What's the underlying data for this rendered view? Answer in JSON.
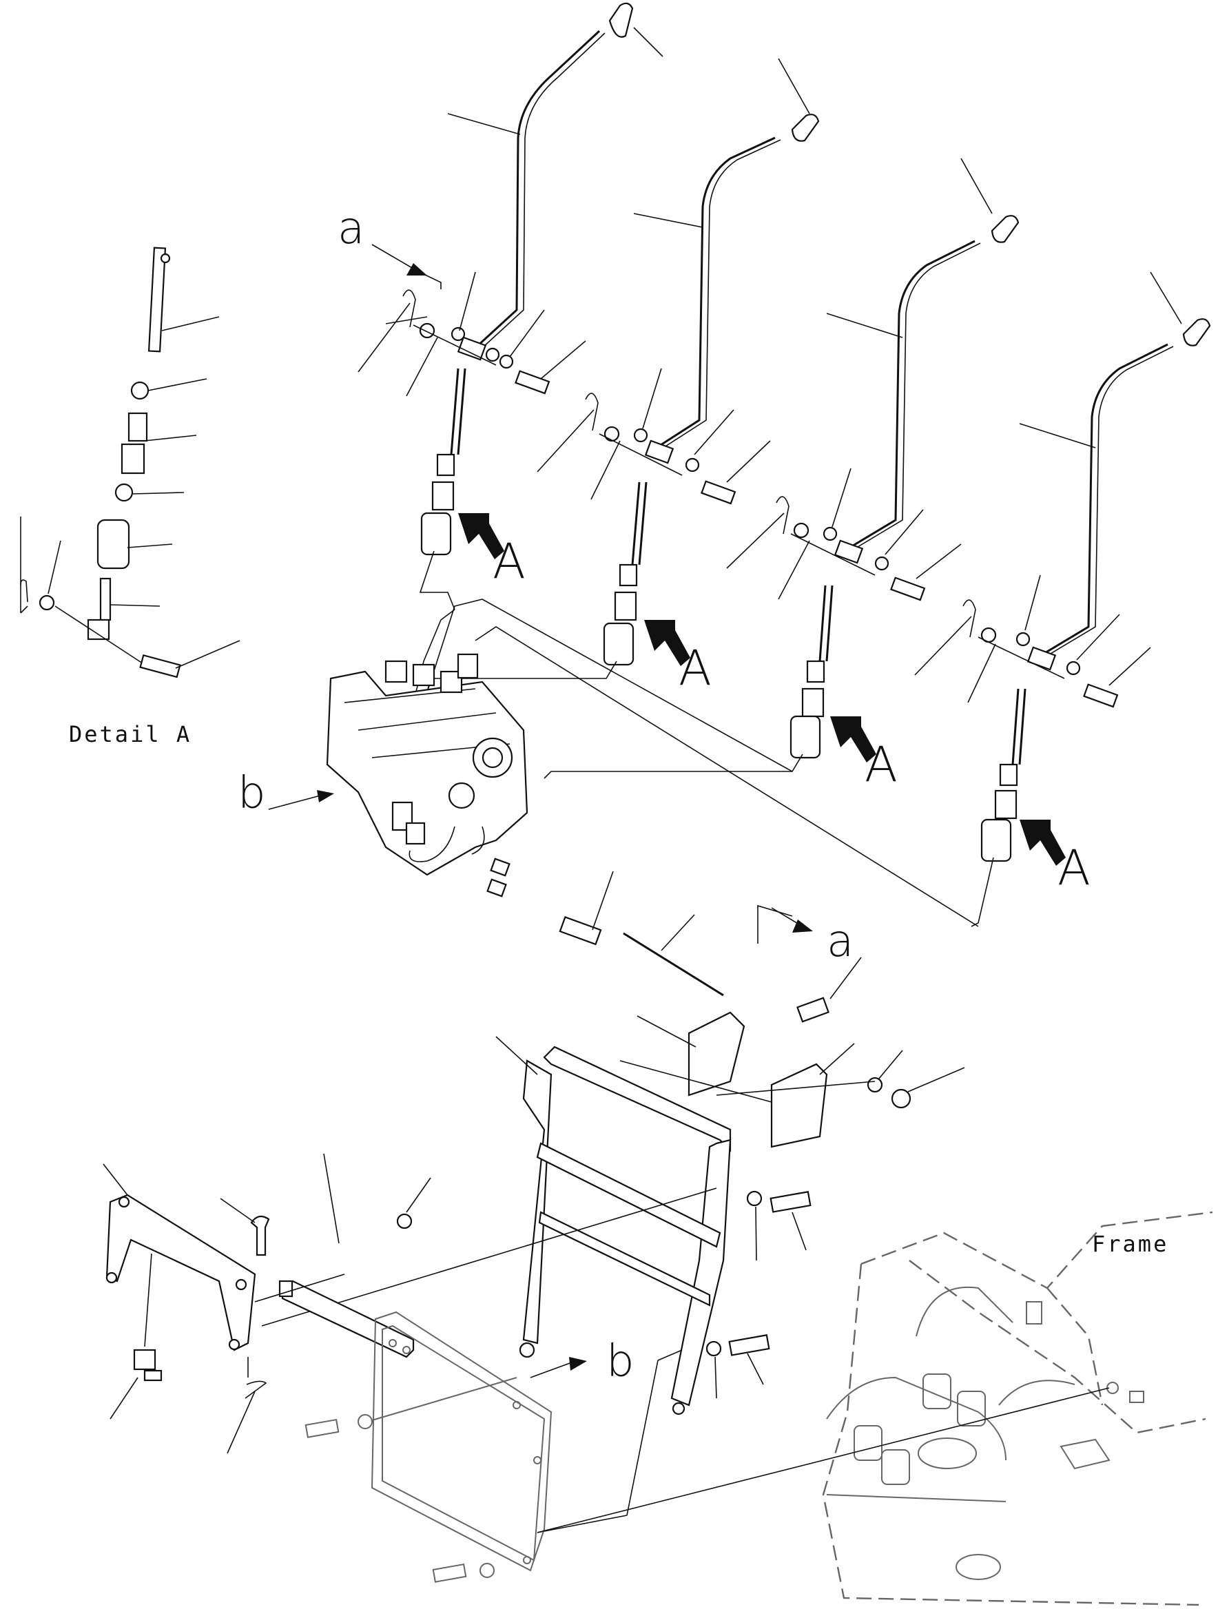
{
  "labels": {
    "detail": "Detail A",
    "view_A": "A",
    "ref_a": "a",
    "ref_b": "b",
    "frame": "Frame"
  },
  "icons": [
    "lever-knob-icon",
    "arrow-view-icon",
    "control-valve-icon",
    "bracket-icon",
    "bolt-icon",
    "washer-icon",
    "nut-icon",
    "cotter-pin-icon"
  ]
}
